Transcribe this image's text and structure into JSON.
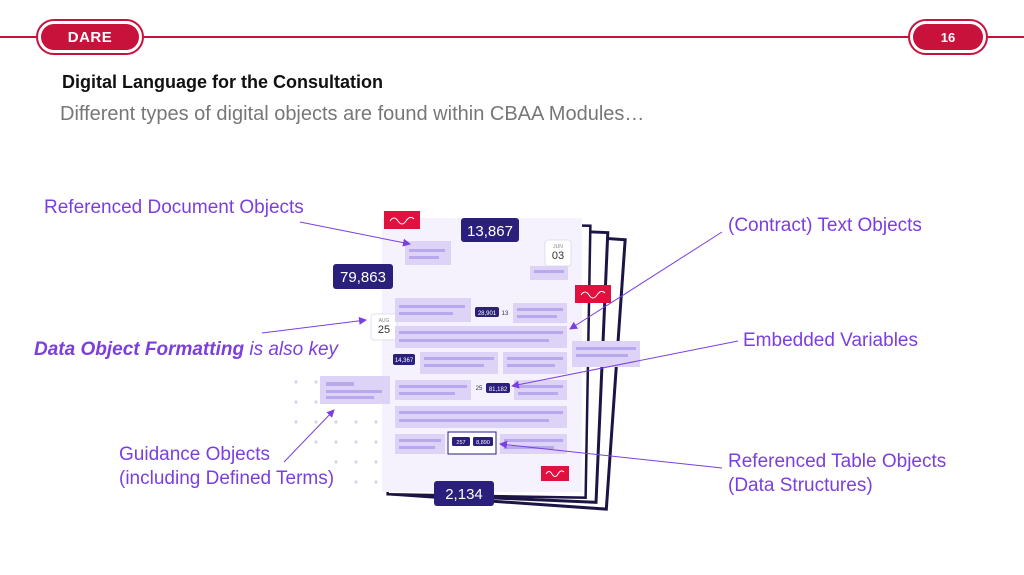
{
  "header": {
    "brand": "DARE",
    "page_number": "16"
  },
  "slide": {
    "title": "Digital Language for the Consultation",
    "subtitle": "Different types of digital objects are found within CBAA Modules…"
  },
  "callouts": {
    "referenced_document": "Referenced Document Objects",
    "contract_text": "(Contract) Text Objects",
    "data_object_formatting_bold": "Data Object Formatting",
    "data_object_formatting_rest": " is also key",
    "embedded_variables": "Embedded Variables",
    "guidance_line1": "Guidance Objects",
    "guidance_line2": "(including Defined Terms)",
    "table_line1": "Referenced Table Objects",
    "table_line2": "(Data Structures)"
  },
  "illustration": {
    "badge_values": [
      "13,867",
      "79,863",
      "2,134"
    ],
    "small_values": [
      "28,901",
      "13",
      "14,367",
      "25",
      "81,182",
      "257",
      "8,890"
    ],
    "calendar_top": {
      "month": "JUN",
      "day": "03"
    },
    "calendar_left": {
      "month": "AUG",
      "day": "25"
    }
  },
  "colors": {
    "brand_red": "#c8123c",
    "accent_purple": "#7b3fe0",
    "badge_navy": "#2a1f7a",
    "block_lavender": "#ddd3f7",
    "paper_tint": "#f6f2fd",
    "frame_navy": "#1c1444"
  }
}
